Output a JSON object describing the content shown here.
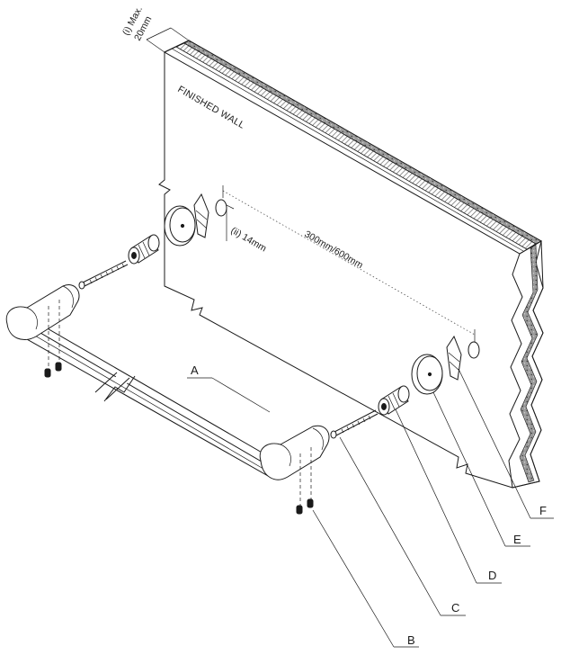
{
  "diagram": {
    "wall_label": "FINISHED WALL",
    "dim_max_line1": "(i) Max.",
    "dim_max_line2": "20mm",
    "dim_depth": "(ii) 14mm",
    "dim_spacing": "300mm/600mm",
    "part_labels": [
      "A",
      "B",
      "C",
      "D",
      "E",
      "F"
    ]
  },
  "colors": {
    "line": "#1a1a1a",
    "hatch": "#666666",
    "background": "#ffffff"
  }
}
